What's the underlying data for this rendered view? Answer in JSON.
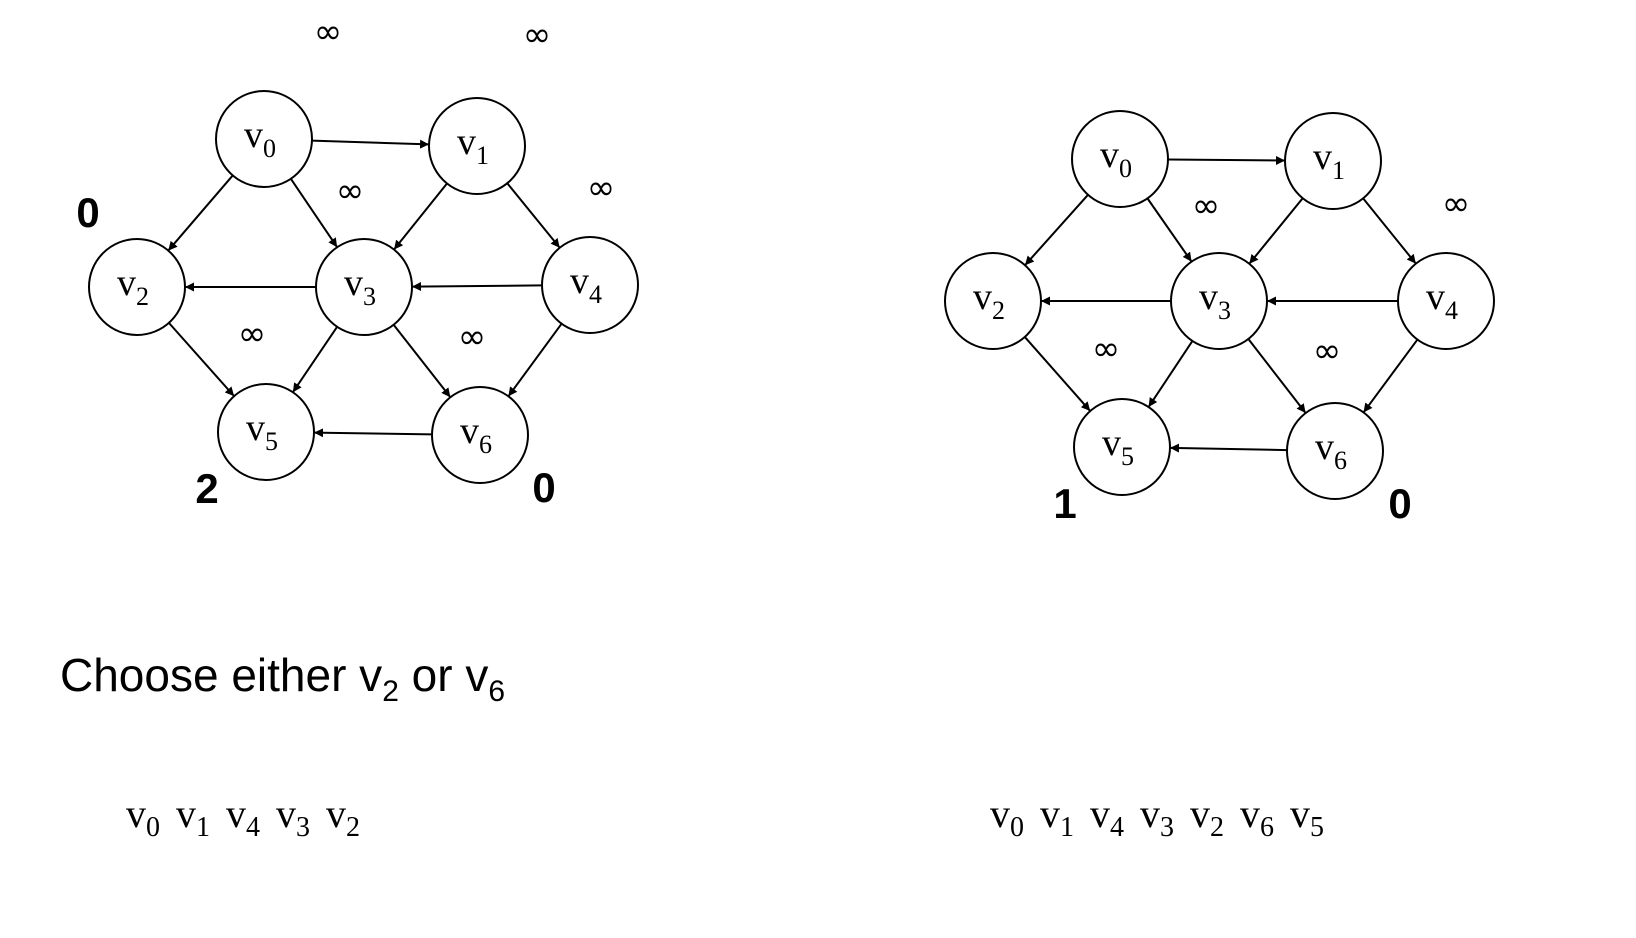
{
  "graphs": [
    {
      "nodes": [
        {
          "id": "v0",
          "base": "v",
          "sub": "0"
        },
        {
          "id": "v1",
          "base": "v",
          "sub": "1"
        },
        {
          "id": "v2",
          "base": "v",
          "sub": "2"
        },
        {
          "id": "v3",
          "base": "v",
          "sub": "3"
        },
        {
          "id": "v4",
          "base": "v",
          "sub": "4"
        },
        {
          "id": "v5",
          "base": "v",
          "sub": "5"
        },
        {
          "id": "v6",
          "base": "v",
          "sub": "6"
        }
      ],
      "edges": [
        [
          "v0",
          "v1"
        ],
        [
          "v0",
          "v2"
        ],
        [
          "v0",
          "v3"
        ],
        [
          "v1",
          "v3"
        ],
        [
          "v1",
          "v4"
        ],
        [
          "v3",
          "v2"
        ],
        [
          "v4",
          "v3"
        ],
        [
          "v2",
          "v5"
        ],
        [
          "v3",
          "v5"
        ],
        [
          "v3",
          "v6"
        ],
        [
          "v4",
          "v6"
        ],
        [
          "v6",
          "v5"
        ]
      ],
      "annotations": [
        "∞",
        "∞",
        "∞",
        "∞",
        "∞",
        "∞",
        "0",
        "2",
        "0"
      ]
    },
    {
      "nodes": [
        {
          "id": "v0",
          "base": "v",
          "sub": "0"
        },
        {
          "id": "v1",
          "base": "v",
          "sub": "1"
        },
        {
          "id": "v2",
          "base": "v",
          "sub": "2"
        },
        {
          "id": "v3",
          "base": "v",
          "sub": "3"
        },
        {
          "id": "v4",
          "base": "v",
          "sub": "4"
        },
        {
          "id": "v5",
          "base": "v",
          "sub": "5"
        },
        {
          "id": "v6",
          "base": "v",
          "sub": "6"
        }
      ],
      "edges": [
        [
          "v0",
          "v1"
        ],
        [
          "v0",
          "v2"
        ],
        [
          "v0",
          "v3"
        ],
        [
          "v1",
          "v3"
        ],
        [
          "v1",
          "v4"
        ],
        [
          "v3",
          "v2"
        ],
        [
          "v4",
          "v3"
        ],
        [
          "v2",
          "v5"
        ],
        [
          "v3",
          "v5"
        ],
        [
          "v3",
          "v6"
        ],
        [
          "v4",
          "v6"
        ],
        [
          "v6",
          "v5"
        ]
      ],
      "annotations": [
        "∞",
        "∞",
        "∞",
        "∞",
        "1",
        "0"
      ]
    }
  ],
  "caption": {
    "text": "Choose either v",
    "sub1": "2",
    "mid": " or v",
    "sub2": "6"
  },
  "sequences": [
    [
      {
        "base": "v",
        "sub": "0"
      },
      {
        "base": "v",
        "sub": "1"
      },
      {
        "base": "v",
        "sub": "4"
      },
      {
        "base": "v",
        "sub": "3"
      },
      {
        "base": "v",
        "sub": "2"
      }
    ],
    [
      {
        "base": "v",
        "sub": "0"
      },
      {
        "base": "v",
        "sub": "1"
      },
      {
        "base": "v",
        "sub": "4"
      },
      {
        "base": "v",
        "sub": "3"
      },
      {
        "base": "v",
        "sub": "2"
      },
      {
        "base": "v",
        "sub": "6"
      },
      {
        "base": "v",
        "sub": "5"
      }
    ]
  ],
  "colors": {
    "stroke": "#000000",
    "background": "#ffffff"
  }
}
